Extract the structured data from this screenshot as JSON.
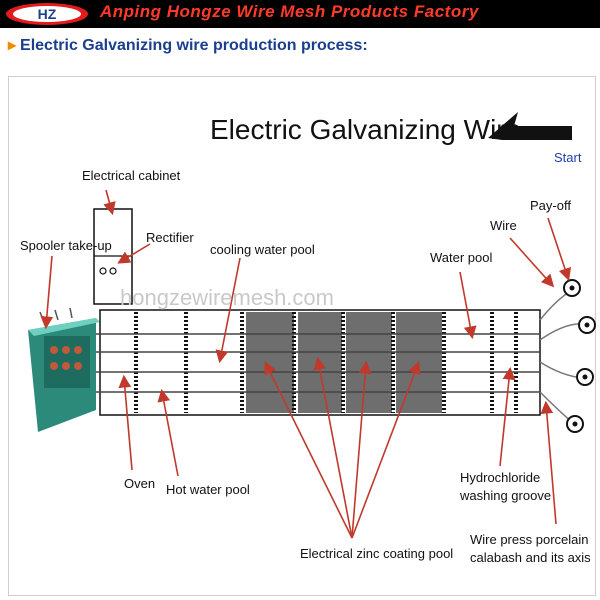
{
  "header": {
    "logo_text": "HZ",
    "company": "Anping Hongze Wire Mesh Products Factory",
    "section_title": "Electric Galvanizing wire production process:"
  },
  "diagram": {
    "title": "Electric Galvanizing Wire",
    "start_label": "Start",
    "watermark": "hongzewiremesh.com",
    "labels": {
      "electrical_cabinet": "Electrical cabinet",
      "rectifier": "Rectifier",
      "spooler": "Spooler take-up",
      "cooling_water_pool": "cooling water pool",
      "water_pool": "Water pool",
      "wire": "Wire",
      "payoff": "Pay-off",
      "oven": "Oven",
      "hot_water_pool": "Hot water pool",
      "hydrochloride_line1": "Hydrochloride",
      "hydrochloride_line2": "washing groove",
      "zinc_coating": "Electrical zinc coating pool",
      "wire_press_line1": "Wire press porcelain",
      "wire_press_line2": "calabash and its axis"
    }
  },
  "colors": {
    "arrow_red": "#c0392b",
    "zinc_pool": "#6e6e6e",
    "banner_text": "#ff3a2a",
    "section_title": "#1a3f8f",
    "start_blue": "#1f3fa8"
  }
}
